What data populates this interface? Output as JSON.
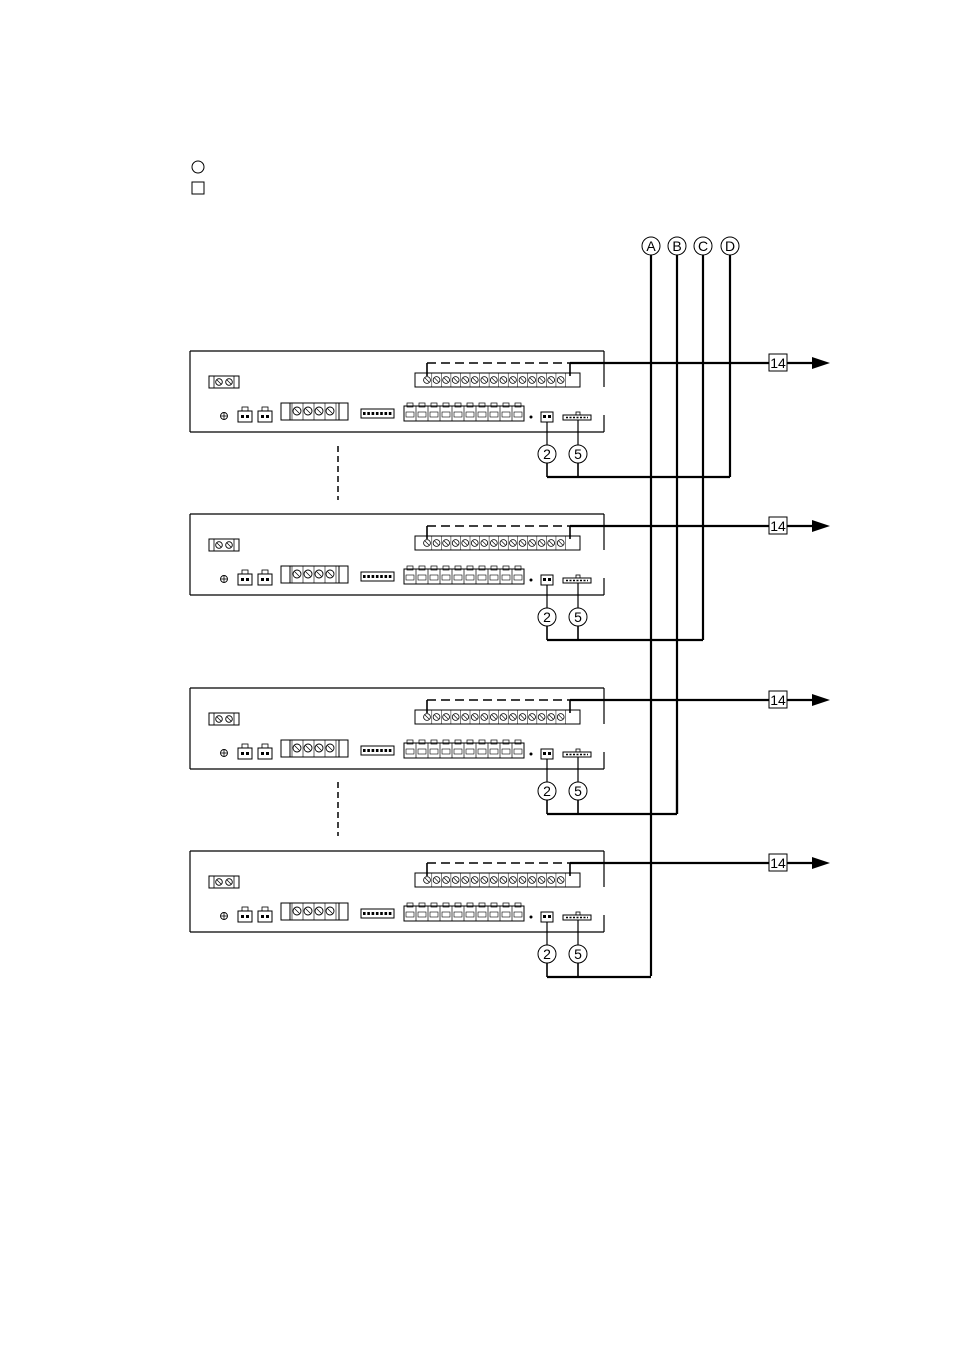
{
  "legend": [
    {
      "symbol": "circle",
      "label": ""
    },
    {
      "symbol": "square",
      "label": ""
    }
  ],
  "bus_labels": [
    "A",
    "B",
    "C",
    "D"
  ],
  "port_labels": {
    "left": "2",
    "right": "5"
  },
  "output_label": "14",
  "units": [
    {
      "bus": "D"
    },
    {
      "bus": "C"
    },
    {
      "bus": "B"
    },
    {
      "bus": "A"
    }
  ],
  "colors": {
    "line": "#000000",
    "background": "#ffffff"
  }
}
